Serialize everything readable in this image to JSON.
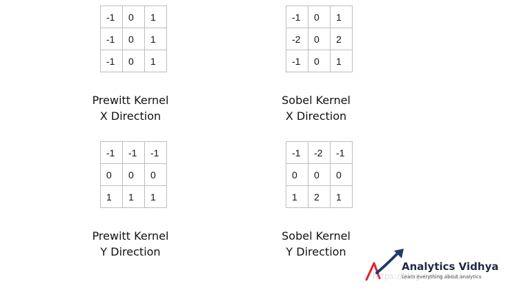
{
  "kernels": {
    "prewitt_x": {
      "rows": [
        [
          "-1",
          "0",
          "1"
        ],
        [
          "-1",
          "0",
          "1"
        ],
        [
          "-1",
          "0",
          "1"
        ]
      ],
      "caption_line1": "Prewitt Kernel",
      "caption_line2": "X Direction"
    },
    "sobel_x": {
      "rows": [
        [
          "-1",
          "0",
          "1"
        ],
        [
          "-2",
          "0",
          "2"
        ],
        [
          "-1",
          "0",
          "1"
        ]
      ],
      "caption_line1": "Sobel Kernel",
      "caption_line2": "X Direction"
    },
    "prewitt_y": {
      "rows": [
        [
          "-1",
          "-1",
          "-1"
        ],
        [
          "0",
          "0",
          "0"
        ],
        [
          "1",
          "1",
          "1"
        ]
      ],
      "caption_line1": "Prewitt Kernel",
      "caption_line2": "Y Direction"
    },
    "sobel_y": {
      "rows": [
        [
          "-1",
          "-2",
          "-1"
        ],
        [
          "0",
          "0",
          "0"
        ],
        [
          "1",
          "2",
          "1"
        ]
      ],
      "caption_line1": "Sobel Kernel",
      "caption_line2": "Y Direction"
    }
  },
  "logo": {
    "brand": "Analytics Vidhya",
    "tagline": "Learn everything about analytics",
    "icon": "analytics-vidhya-logo-icon",
    "colors": {
      "red": "#e0202e",
      "navy": "#1f3a6e",
      "text": "#1f2a44"
    }
  },
  "watermark": "https://blog.csdn.net/..."
}
